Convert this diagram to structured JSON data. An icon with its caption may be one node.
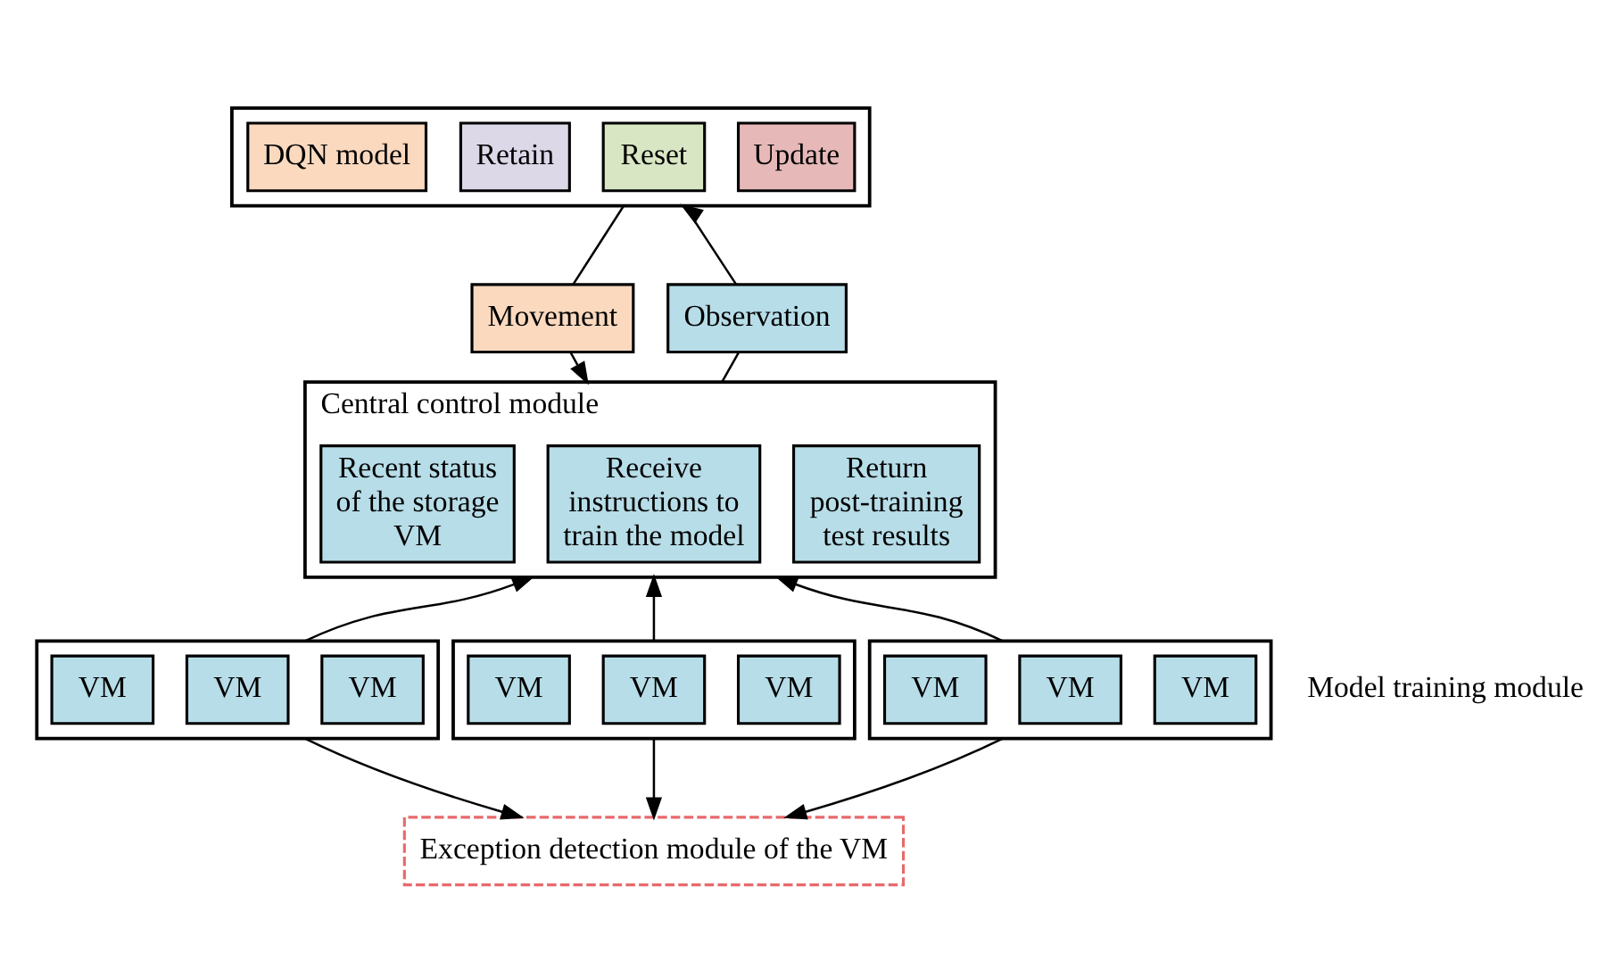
{
  "diagram": {
    "nodes": [
      {
        "text": [],
        "shape": "box"
      },
      {
        "text": [
          "DQN model"
        ],
        "in": 0
      },
      {
        "text": [
          "Retain"
        ],
        "in": 0
      },
      {
        "text": [
          "Reset"
        ],
        "in": 0
      },
      {
        "text": [
          "Update"
        ],
        "in": 0
      },
      {
        "text": [
          "Movement"
        ]
      },
      {
        "text": [
          "Observation"
        ]
      },
      {
        "text": [
          "Central control module"
        ]
      },
      {
        "text": [
          "Recent status of the storage VM"
        ],
        "in": 7
      },
      {
        "text": [
          "Receive instructions to train the model"
        ],
        "in": 7
      },
      {
        "text": [
          "Return post-training test results"
        ],
        "in": 7
      },
      {
        "text": [],
        "shape": "box"
      },
      {
        "text": [
          "VM"
        ],
        "in": 11
      },
      {
        "text": [
          "VM"
        ],
        "in": 11
      },
      {
        "text": [
          "VM"
        ],
        "in": 11
      },
      {
        "text": [],
        "shape": "box"
      },
      {
        "text": [
          "VM"
        ],
        "in": 15
      },
      {
        "text": [
          "VM"
        ],
        "in": 15
      },
      {
        "text": [
          "VM"
        ],
        "in": 15
      },
      {
        "text": [],
        "shape": "box"
      },
      {
        "text": [
          "VM"
        ],
        "in": 19
      },
      {
        "text": [
          "VM"
        ],
        "in": 19
      },
      {
        "text": [
          "VM"
        ],
        "in": 19
      },
      {
        "text": [
          "Exception detection module of the VM"
        ]
      }
    ],
    "edges": [
      {
        "from": 0,
        "to": 5,
        "arrow": "none"
      },
      {
        "from": 5,
        "to": 7,
        "arrow": "to"
      },
      {
        "from": 7,
        "to": 6,
        "arrow": "none"
      },
      {
        "from": 6,
        "to": 0,
        "arrow": "to"
      },
      {
        "from": 11,
        "to": 7,
        "arrow": "to"
      },
      {
        "from": 15,
        "to": 7,
        "arrow": "to"
      },
      {
        "from": 19,
        "to": 7,
        "arrow": "to"
      },
      {
        "from": 11,
        "to": 23,
        "arrow": "to"
      },
      {
        "from": 15,
        "to": 23,
        "arrow": "to"
      },
      {
        "from": 19,
        "to": 23,
        "arrow": "to"
      }
    ],
    "labels": [
      "Model training module"
    ]
  }
}
